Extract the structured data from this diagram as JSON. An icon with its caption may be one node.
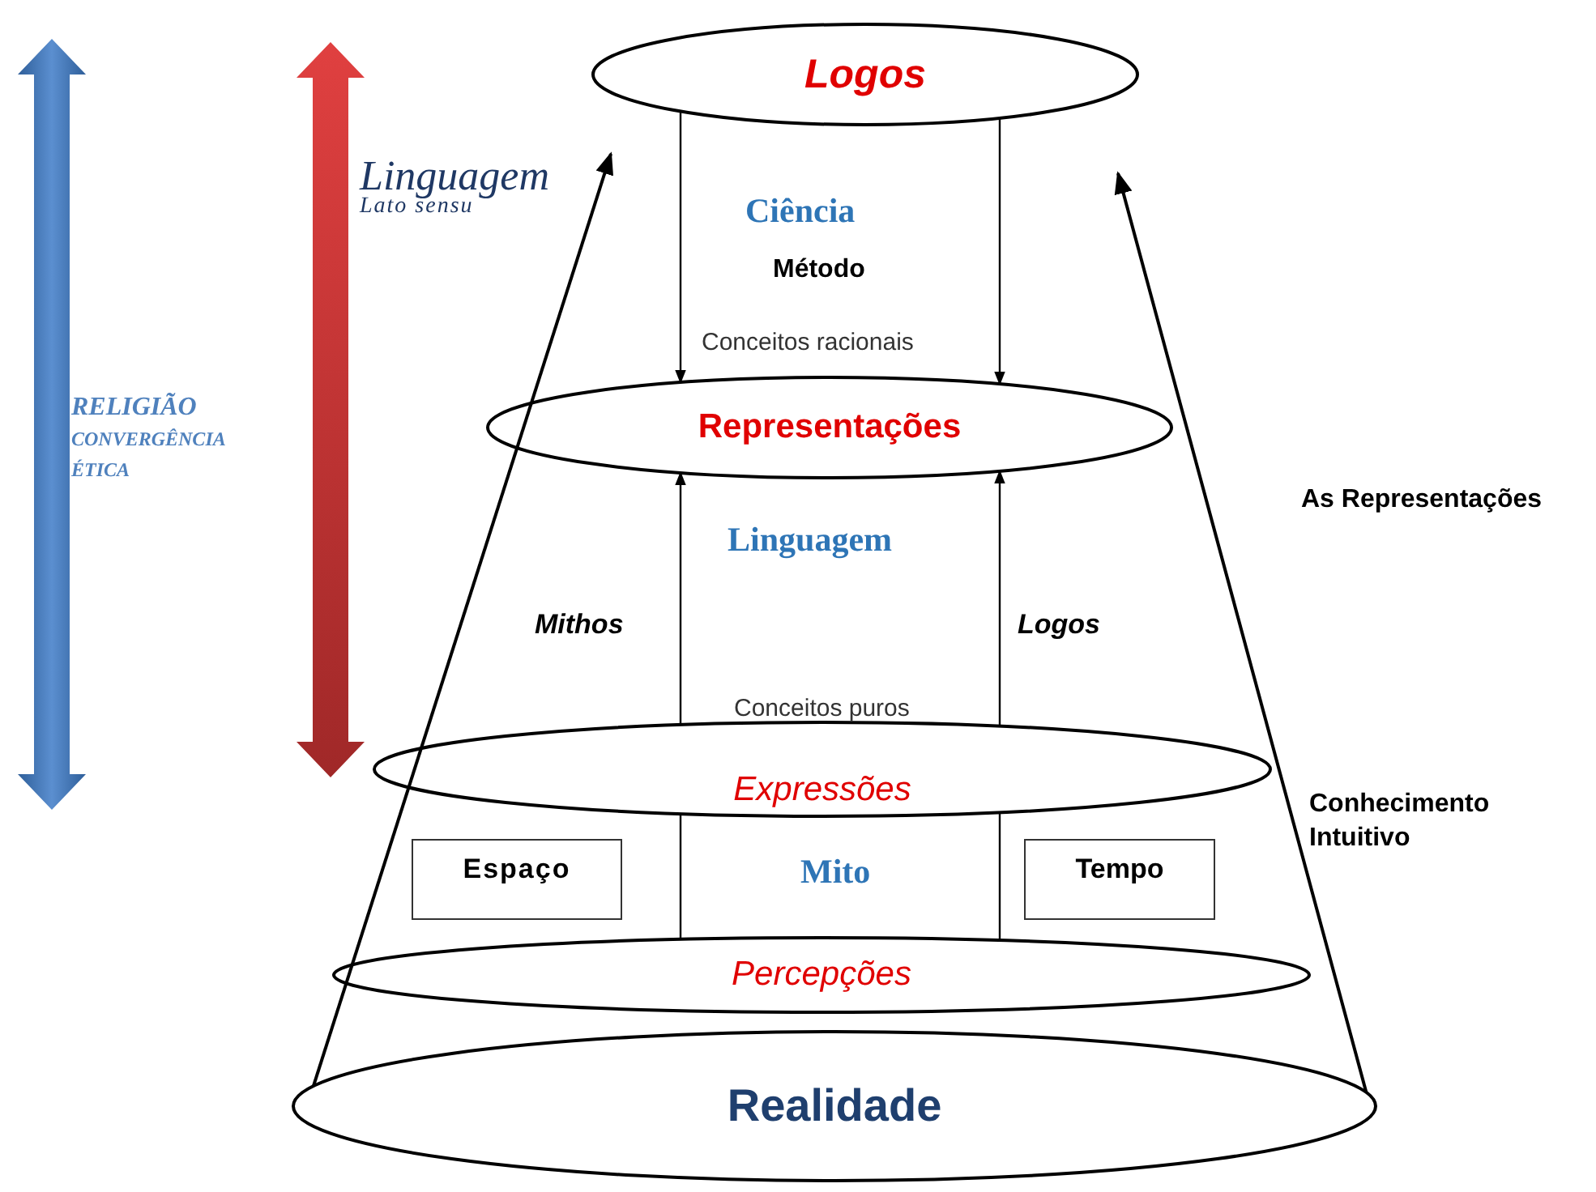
{
  "diagram": {
    "nodes": [
      {
        "text": [
          "Logos"
        ]
      },
      {
        "text": [
          "Representações"
        ]
      },
      {
        "text": [
          "Expressões"
        ]
      },
      {
        "text": [
          "Espaço"
        ]
      },
      {
        "text": [
          "Tempo"
        ]
      },
      {
        "text": [
          "Percepções"
        ]
      },
      {
        "text": [
          "Realidade"
        ]
      }
    ],
    "edges": [
      {
        "from": 0,
        "to": 1,
        "arrow": "to"
      },
      {
        "from": 0,
        "to": 1,
        "arrow": "to"
      },
      {
        "from": 5,
        "to": 2,
        "arrow": "none"
      },
      {
        "from": 2,
        "to": 1,
        "arrow": "to"
      },
      {
        "from": 5,
        "to": 2,
        "arrow": "none"
      },
      {
        "from": 2,
        "to": 1,
        "arrow": "to"
      },
      {
        "from": 6,
        "to": null,
        "arrow": "to"
      },
      {
        "from": 6,
        "to": null,
        "arrow": "to"
      }
    ],
    "labels": [
      "Linguagem",
      "Lato sensu",
      "RELIGIÃO",
      "CONVERGÊNCIA",
      "ÉTICA",
      "Ciência",
      "Método",
      "Conceitos racionais",
      "As Representações",
      "Linguagem",
      "Mithos",
      "Logos",
      "Conceitos puros",
      "Conhecimento Intuitivo",
      "Mito"
    ]
  }
}
